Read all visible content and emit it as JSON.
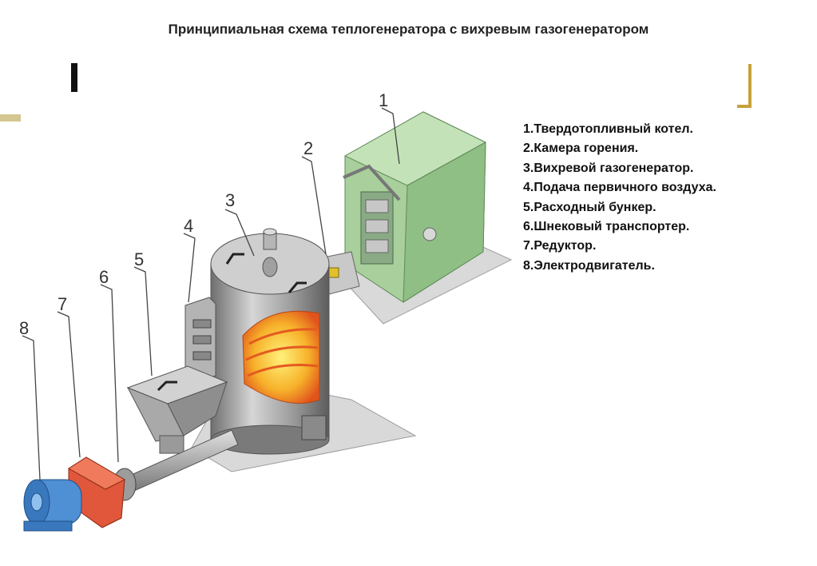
{
  "title": "Принципиальная схема теплогенератора с вихревым газогенератором",
  "legend": [
    "1.Твердотопливный котел.",
    "2.Камера горения.",
    "3.Вихревой газогенератор.",
    "4.Подача первичного воздуха.",
    "5.Расходный бункер.",
    "6.Шнековый транспортер.",
    "7.Редуктор.",
    "8.Электродвигатель."
  ],
  "callouts": [
    "1",
    "2",
    "3",
    "4",
    "5",
    "6",
    "7",
    "8"
  ],
  "colors": {
    "boiler": "#a8cf9c",
    "steel": "#a9a9a9",
    "flame": "#f2a020",
    "gearbox": "#e0573b",
    "motor": "#4f8fd4",
    "accent": "#c8a13a",
    "slab": "#d9d9d9"
  }
}
